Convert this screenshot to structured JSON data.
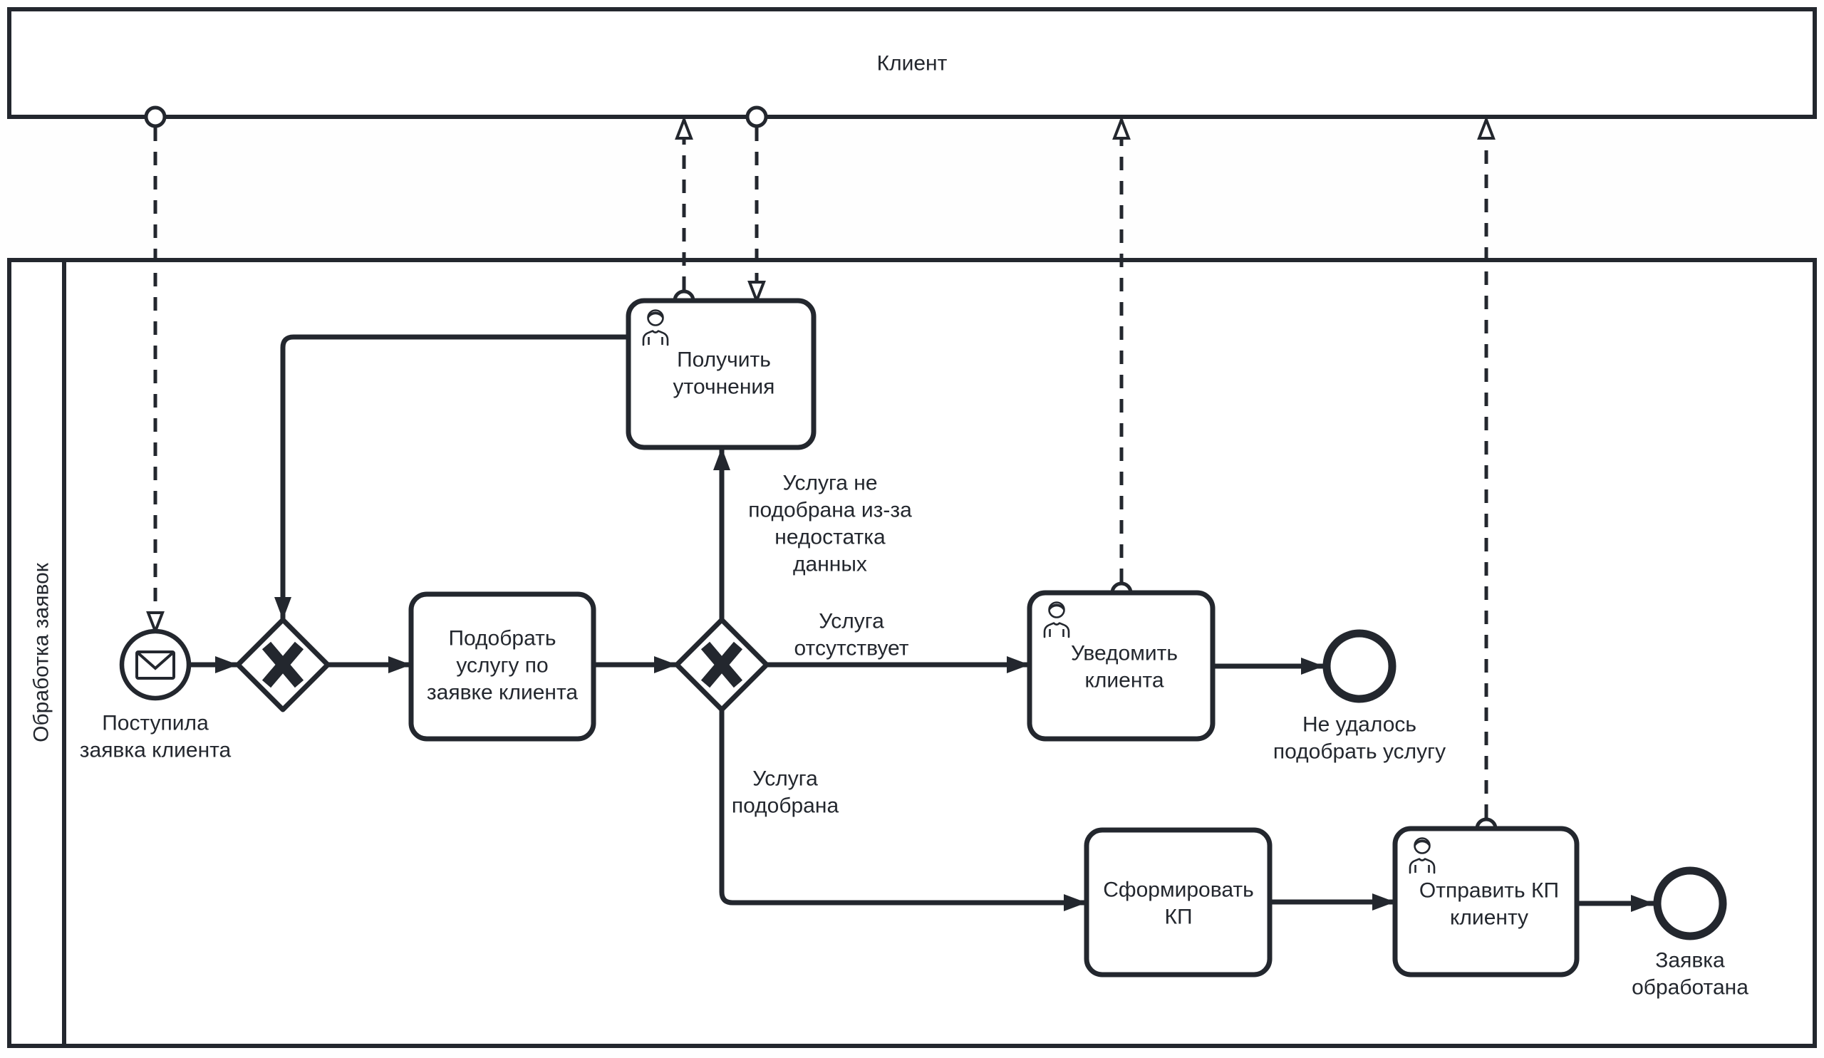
{
  "colors": {
    "stroke": "#23272e",
    "shape_fill": "#ffffff",
    "background": "#fefefe",
    "text": "#23272e"
  },
  "pools": {
    "client": {
      "label": "Клиент"
    },
    "processing": {
      "label": "Обработка заявок"
    }
  },
  "events": {
    "start_request_received": {
      "type": "message-start-event",
      "icon": "envelope-icon",
      "label_lines": [
        "Поступила",
        "заявка клиента"
      ]
    },
    "end_no_service": {
      "type": "end-event",
      "label_lines": [
        "Не удалось",
        "подобрать услугу"
      ]
    },
    "end_processed": {
      "type": "end-event",
      "label_lines": [
        "Заявка",
        "обработана"
      ]
    }
  },
  "gateways": {
    "merge": {
      "type": "exclusive",
      "icon": "x-marker-icon"
    },
    "service_decision": {
      "type": "exclusive",
      "icon": "x-marker-icon"
    }
  },
  "tasks": {
    "select_service": {
      "kind": "task",
      "label_lines": [
        "Подобрать",
        "услугу по",
        "заявке клиента"
      ]
    },
    "get_clarifications": {
      "kind": "user-task",
      "icon": "person-icon",
      "label_lines": [
        "Получить",
        "уточнения"
      ]
    },
    "notify_client": {
      "kind": "user-task",
      "icon": "person-icon",
      "label_lines": [
        "Уведомить",
        "клиента"
      ]
    },
    "form_proposal": {
      "kind": "task",
      "label_lines": [
        "Сформировать",
        "КП"
      ]
    },
    "send_proposal": {
      "kind": "user-task",
      "icon": "person-icon",
      "label_lines": [
        "Отправить КП",
        "клиенту"
      ]
    }
  },
  "flow_labels": {
    "not_selected_lack_of_data": {
      "label_lines": [
        "Услуга не",
        "подобрана из-за",
        "недостатка",
        "данных"
      ]
    },
    "service_absent": {
      "label_lines": [
        "Услуга",
        "отсутствует"
      ]
    },
    "service_selected": {
      "label_lines": [
        "Услуга",
        "подобрана"
      ]
    }
  }
}
